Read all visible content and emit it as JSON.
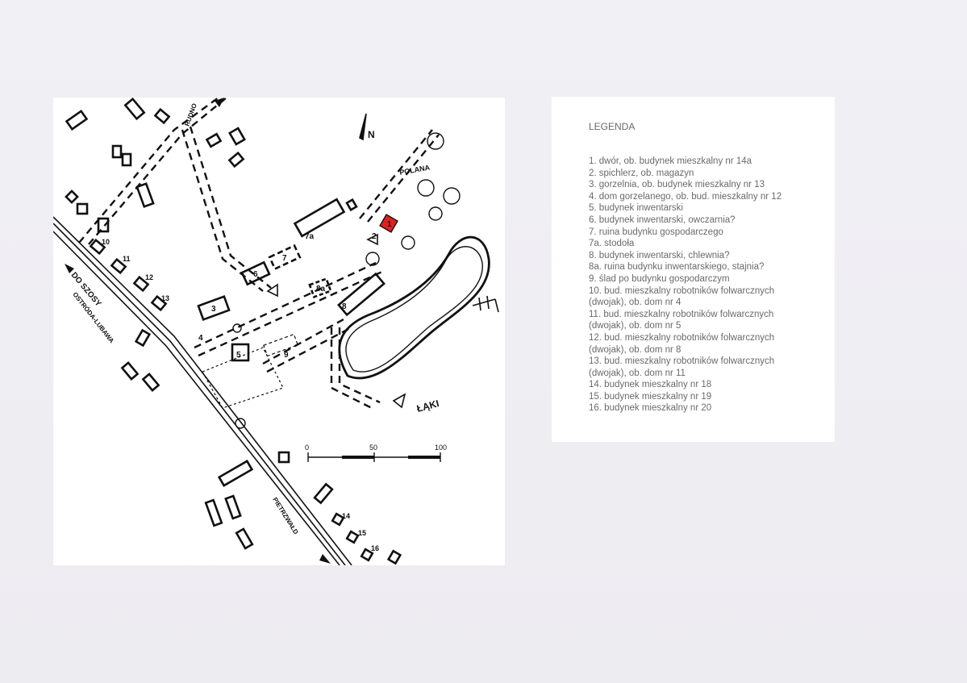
{
  "legend": {
    "title": "LEGENDA",
    "items": [
      "1. dwór, ob. budynek mieszkalny nr 14a",
      "2. spichlerz, ob. magazyn",
      "3. gorzelnia, ob. budynek mieszkalny nr 13",
      "4. dom gorzelanego, ob. bud. mieszkalny nr 12",
      "5. budynek inwentarski",
      "6. budynek inwentarski, owczarnia?",
      "7. ruina budynku gospodarczego",
      "7a. stodoła",
      "8. budynek inwentarski, chlewnia?",
      "8a. ruina budynku inwentarskiego, stajnia?",
      "9. ślad po budynku gospodarczym",
      "10. bud. mieszkalny robotników folwarcznych",
      "(dwojak), ob. dom nr 4",
      "11. bud. mieszkalny robotników folwarcznych",
      "(dwojak), ob. dom nr 5",
      "12. bud. mieszkalny robotników folwarcznych",
      "(dwojak), ob. dom nr 8",
      "13. bud. mieszkalny robotników folwarcznych",
      "(dwojak), ob. dom nr 11",
      "14. budynek mieszkalny nr 18",
      "15. budynek mieszkalny nr 19",
      "16. budynek mieszkalny nr 20"
    ]
  },
  "map": {
    "north_label": "N",
    "labels": {
      "rudno": "RUDNO",
      "polana": "POLANA",
      "laki": "ŁĄKI",
      "do_szosy": "DO SZOSY",
      "ostroda_lubawa": "OSTRÓDA-LUBAWA",
      "pietrzwald": "PIETRZWAŁD"
    },
    "scale": {
      "ticks": [
        "0",
        "50",
        "100"
      ]
    },
    "building_numbers": [
      "1",
      "2",
      "3",
      "4",
      "5",
      "6",
      "7",
      "7a",
      "8",
      "8a",
      "9",
      "10",
      "11",
      "12",
      "13",
      "14",
      "15",
      "16"
    ],
    "highlight_color": "#e02020"
  }
}
